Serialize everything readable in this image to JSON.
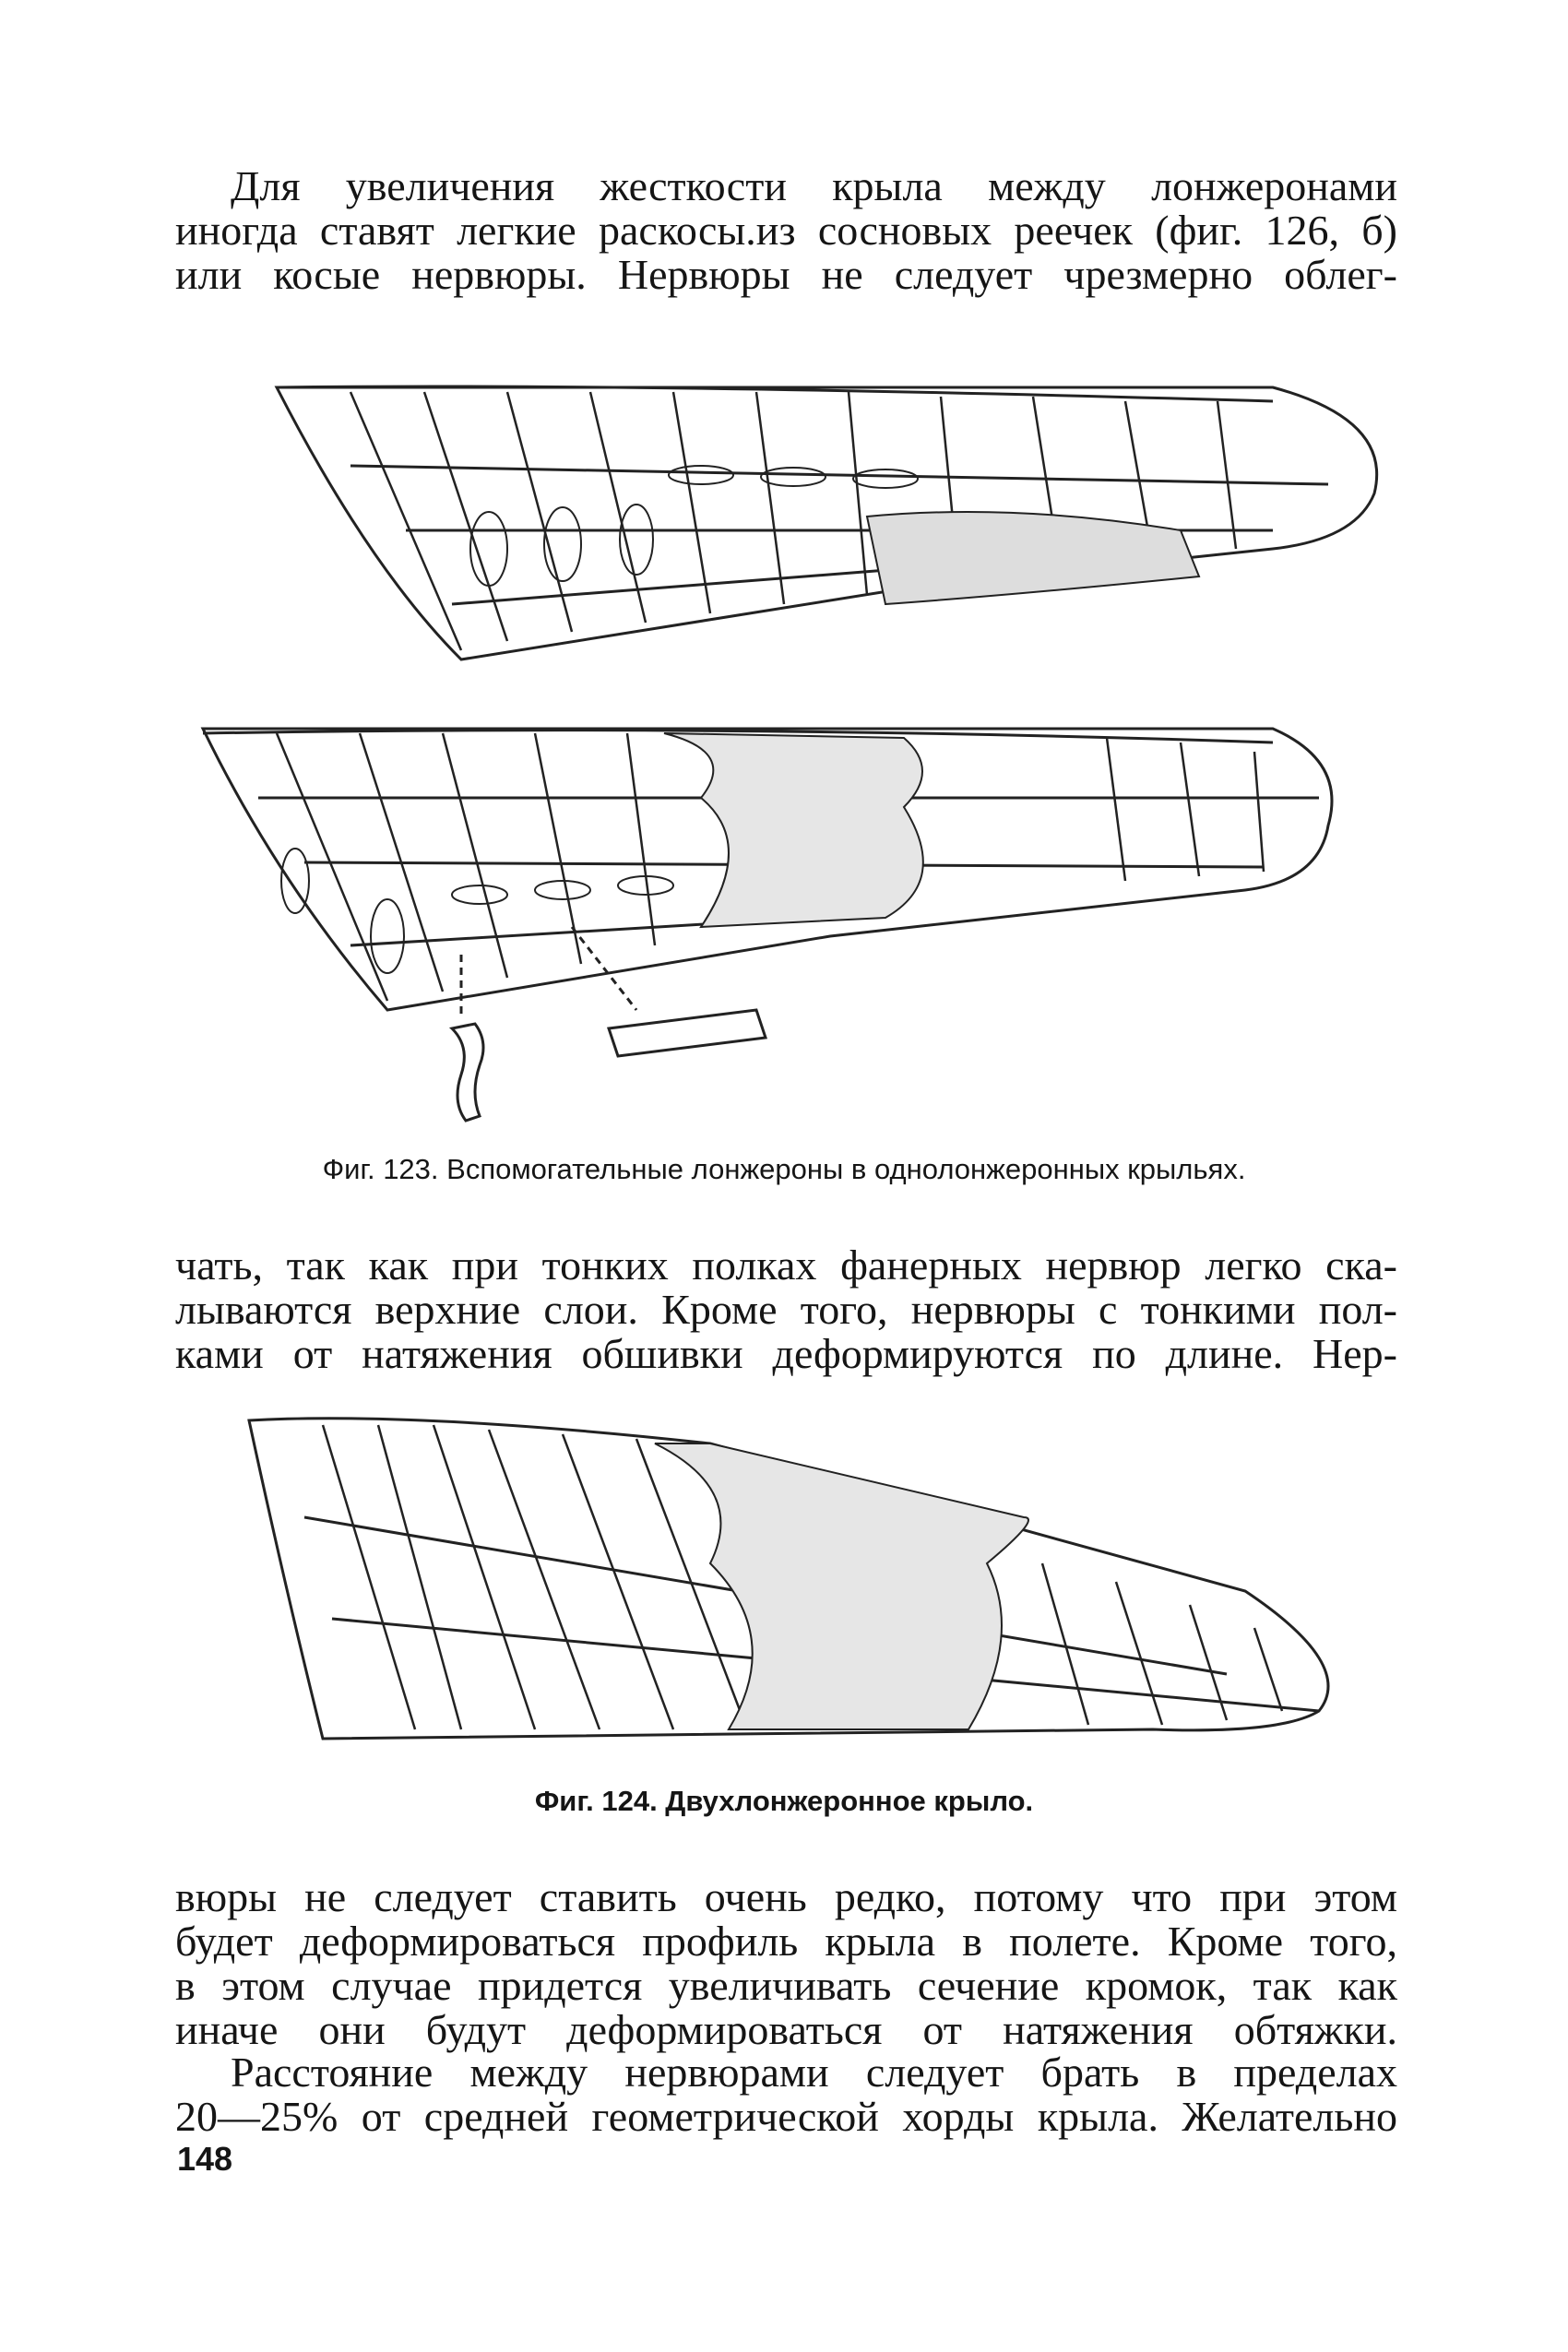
{
  "paragraph1": [
    "Для увеличения жесткости крыла между лонжеронами",
    "иногда ставят легкие раскосы.из сосновых реечек (фиг. 126, б)",
    "или косые нервюры. Нервюры не следует чрезмерно облег-"
  ],
  "figure123": {
    "caption": "Фиг. 123. Вспомогательные лонжероны в однолонжеронных крыльях."
  },
  "paragraph2": [
    "чать, так как при тонких полках фанерных нервюр легко ска-",
    "лываются верхние слои. Кроме того, нервюры с тонкими пол-",
    "ками от натяжения обшивки деформируются по длине. Нер-"
  ],
  "figure124": {
    "caption": "Фиг. 124. Двухлонжеронное крыло."
  },
  "paragraph3": [
    "вюры не следует ставить очень редко, потому что при этом",
    "будет деформироваться профиль крыла в полете. Кроме того,",
    "в этом случае придется увеличивать сечение кромок, так как",
    "иначе они будут деформироваться от натяжения обтяжки."
  ],
  "paragraph4": [
    "Расстояние между нервюрами следует брать в пределах",
    "20—25% от средней геометрической хорды крыла. Желательно"
  ],
  "page_number": "148"
}
